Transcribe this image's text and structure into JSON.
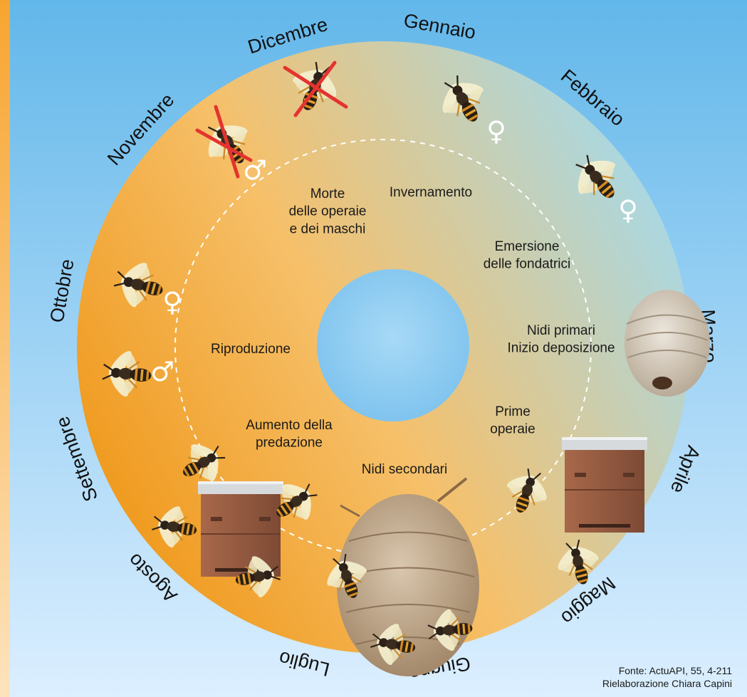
{
  "colors": {
    "background_top": "#62b7ea",
    "background_bottom": "#dcefff",
    "side_strip": "#f7a530",
    "ring_warm": "#f09a1e",
    "ring_cool": "#a9d8e3",
    "center_hole": "#7cc2ee",
    "cross_mark": "#e3342f"
  },
  "months": [
    {
      "name": "Gennaio",
      "angle": 10
    },
    {
      "name": "Febbraio",
      "angle": 40
    },
    {
      "name": "Marzo",
      "angle": 88
    },
    {
      "name": "Aprile",
      "angle": 112
    },
    {
      "name": "Maggio",
      "angle": 141
    },
    {
      "name": "Giugno",
      "angle": 170
    },
    {
      "name": "Luglio",
      "angle": 194
    },
    {
      "name": "Agosto",
      "angle": 225
    },
    {
      "name": "Settembre",
      "angle": 250
    },
    {
      "name": "Ottobre",
      "angle": 280
    },
    {
      "name": "Novembre",
      "angle": 312
    },
    {
      "name": "Dicembre",
      "angle": 343
    }
  ],
  "stages": [
    {
      "lines": [
        "Invernamento"
      ]
    },
    {
      "lines": [
        "Morte",
        "delle operaie",
        "e dei maschi"
      ]
    },
    {
      "lines": [
        "Emersione",
        "delle fondatrici"
      ]
    },
    {
      "lines": [
        "Nidi primari",
        "Inizio deposizione"
      ]
    },
    {
      "lines": [
        "Prime",
        "operaie"
      ]
    },
    {
      "lines": [
        "Nidi secondari"
      ]
    },
    {
      "lines": [
        "Aumento della",
        "predazione"
      ]
    },
    {
      "lines": [
        "Riproduzione"
      ]
    }
  ],
  "sex_symbols": [
    {
      "symbol": "♀",
      "sex": "female"
    },
    {
      "symbol": "♀",
      "sex": "female"
    },
    {
      "symbol": "♂",
      "sex": "male"
    },
    {
      "symbol": "♀",
      "sex": "female"
    },
    {
      "symbol": "♂",
      "sex": "male"
    }
  ],
  "source": {
    "line1": "Fonte: ActuAPI, 55, 4-211",
    "line2": "Rielaborazione Chiara Capini"
  }
}
